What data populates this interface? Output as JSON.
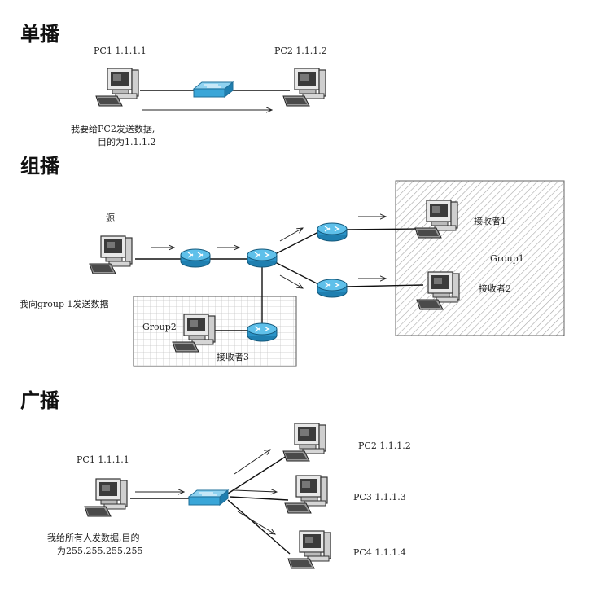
{
  "sections": {
    "unicast": {
      "title": "单播",
      "pc1_label": "PC1  1.1.1.1",
      "pc2_label": "PC2  1.1.1.2",
      "note_line1": "我要给PC2发送数据,",
      "note_line2": "目的为1.1.1.2"
    },
    "multicast": {
      "title": "组播",
      "source_label": "源",
      "source_note": "我向group 1发送数据",
      "group1_label": "Group1",
      "group2_label": "Group2",
      "receiver1_label": "接收者1",
      "receiver2_label": "接收者2",
      "receiver3_label": "接收者3"
    },
    "broadcast": {
      "title": "广播",
      "pc1_label": "PC1  1.1.1.1",
      "pc2_label": "PC2  1.1.1.2",
      "pc3_label": "PC3  1.1.1.3",
      "pc4_label": "PC4  1.1.1.4",
      "note_line1": "我给所有人发数据,目的",
      "note_line2": "为255.255.255.255"
    }
  },
  "colors": {
    "device_blue": "#3aa6d8",
    "device_dark": "#1e6f99",
    "hatch": "#9a9a9a",
    "grid": "#c4c4c4"
  }
}
